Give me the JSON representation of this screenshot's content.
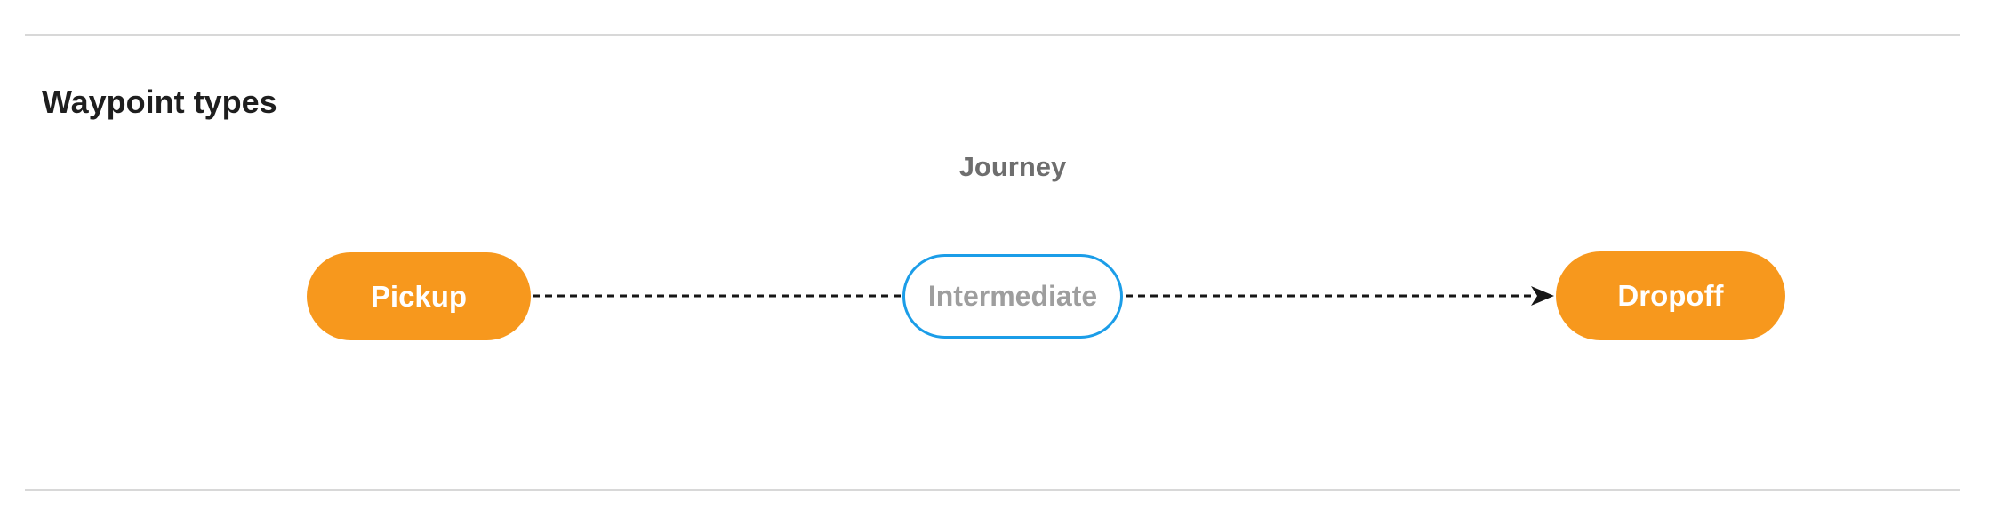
{
  "section": {
    "title": "Waypoint types"
  },
  "diagram": {
    "label": "Journey",
    "nodes": [
      {
        "id": "pickup",
        "label": "Pickup",
        "type": "terminal"
      },
      {
        "id": "intermediate",
        "label": "Intermediate",
        "type": "intermediate"
      },
      {
        "id": "dropoff",
        "label": "Dropoff",
        "type": "terminal"
      }
    ],
    "edges": [
      {
        "from": "pickup",
        "to": "intermediate",
        "style": "dashed",
        "arrowhead": false
      },
      {
        "from": "intermediate",
        "to": "dropoff",
        "style": "dashed",
        "arrowhead": true
      }
    ],
    "colors": {
      "terminal_fill": "#f7981d",
      "terminal_text": "#ffffff",
      "intermediate_fill": "#ffffff",
      "intermediate_border": "#1b9de8",
      "intermediate_text": "#9e9e9e",
      "journey_label_text": "#6e6e6e",
      "connector": "#161616",
      "heading_text": "#1e1e1e",
      "divider": "#d8d8d8",
      "background": "#ffffff"
    }
  }
}
